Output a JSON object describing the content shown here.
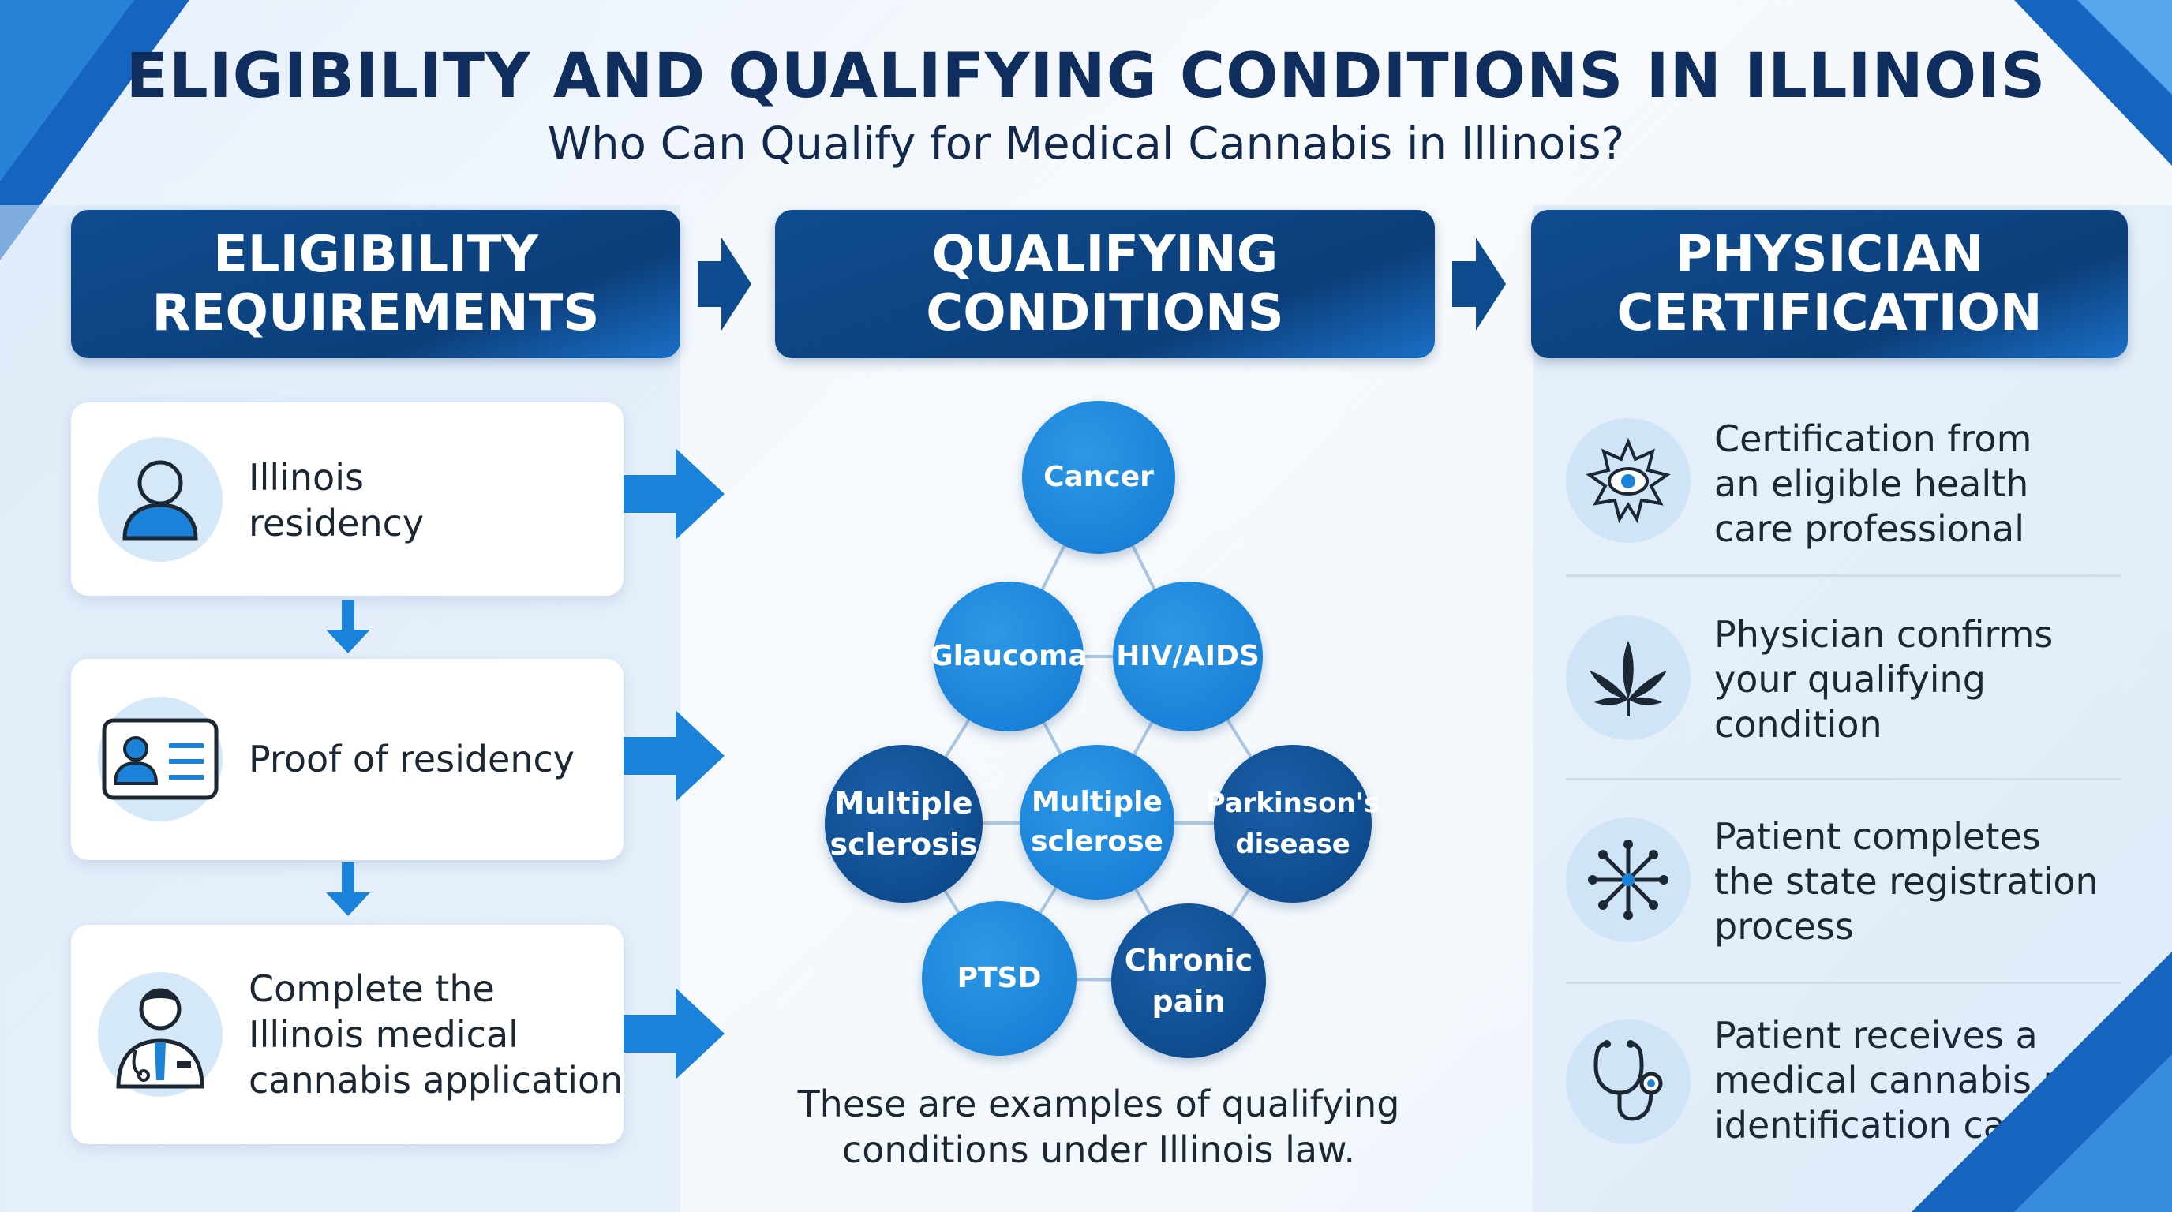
{
  "header": {
    "title": "ELIGIBILITY AND QUALIFYING CONDITIONS IN ILLINOIS",
    "subtitle": "Who Can Qualify for Medical Cannabis in Illinois?"
  },
  "columns": {
    "eligibility": {
      "title_line1": "ELIGIBILITY",
      "title_line2": "REQUIREMENTS",
      "steps": [
        {
          "icon": "person-icon",
          "line1": "Illinois",
          "line2": "residency"
        },
        {
          "icon": "id-card-icon",
          "line1": "Proof of residency"
        },
        {
          "icon": "doctor-icon",
          "line1": "Complete the",
          "line2": "Illinois medical",
          "line3": "cannabis application"
        }
      ]
    },
    "conditions": {
      "title_line1": "QUALIFYING",
      "title_line2": "CONDITIONS",
      "nodes": [
        {
          "line1": "Cancer"
        },
        {
          "line1": "Glaucoma"
        },
        {
          "line1": "HIV/AIDS"
        },
        {
          "line1": "Multiple",
          "line2": "sclerosis"
        },
        {
          "line1": "Multiple",
          "line2": "sclerose"
        },
        {
          "line1": "Parkinson's",
          "line2": "disease"
        },
        {
          "line1": "PTSD"
        },
        {
          "line1": "Chronic",
          "line2": "pain"
        }
      ],
      "note_line1": "These are examples of qualifying",
      "note_line2": "conditions under Illinois law."
    },
    "certification": {
      "title_line1": "PHYSICIAN",
      "title_line2": "CERTIFICATION",
      "steps": [
        {
          "icon": "sun-eye-icon",
          "line1": "Certification from",
          "line2": "an eligible health",
          "line3": "care professional"
        },
        {
          "icon": "cannabis-leaf-icon",
          "line1": "Physician confirms",
          "line2": "your qualifying",
          "line3": "condition"
        },
        {
          "icon": "network-star-icon",
          "line1": "Patient completes",
          "line2": "the state registration",
          "line3": "process"
        },
        {
          "icon": "stethoscope-icon",
          "line1": "Patient receives a",
          "line2": "medical cannabis registry",
          "line3": "identification card"
        }
      ]
    }
  },
  "colors": {
    "header_bg": "#0f4c8f",
    "node_light": "#1a82d8",
    "node_dark": "#0f4c8f",
    "arrow": "#1a82d8",
    "icon_bg": "#d4e8f8"
  }
}
